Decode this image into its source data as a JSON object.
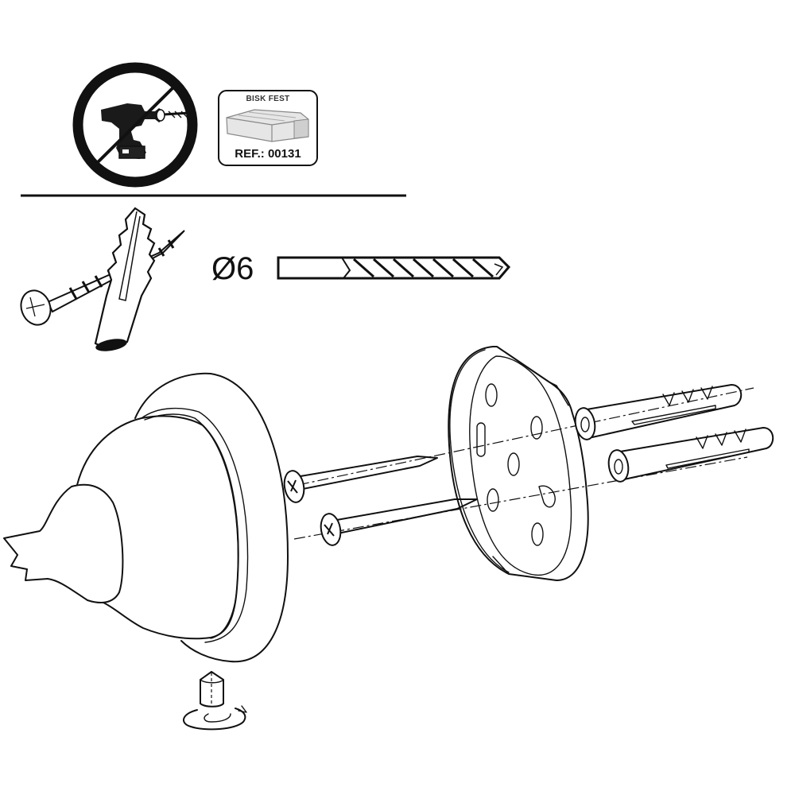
{
  "diagram": {
    "type": "assembly-instruction",
    "header": {
      "no_drill_symbol": "no-power-drill-icon",
      "material_badge": {
        "title": "BISK FEST",
        "reference": "REF.: 00131",
        "icon": "mounting-putty-icon"
      }
    },
    "fixings": {
      "screw_and_plug_icon": "screw-wall-plug-icon",
      "drill_bit": {
        "diameter_label": "Ø6",
        "icon": "drill-bit-icon"
      }
    },
    "assembly": {
      "parts": [
        "lamp-shade",
        "ceiling-canopy-rim",
        "mounting-plate",
        "screw-1",
        "screw-2",
        "wall-plug-1",
        "wall-plug-2"
      ],
      "mounting_plate_holes": 7,
      "screws": 2,
      "wall_plugs": 2
    },
    "footer": {
      "rotate_instruction_icon": "rotate-fastener-icon"
    },
    "colors": {
      "line": "#111111",
      "background": "#ffffff",
      "badge_text": "#333333"
    }
  }
}
